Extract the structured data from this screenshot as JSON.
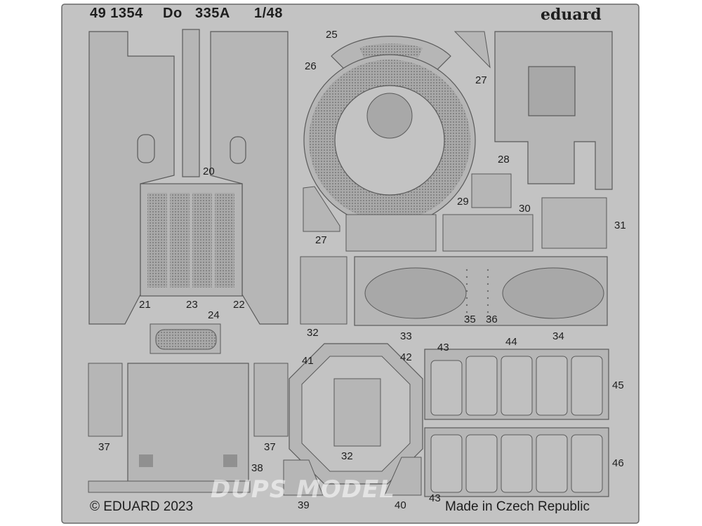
{
  "header": {
    "set_number": "49 1354",
    "model": "Do",
    "variant": "335A",
    "scale": "1/48",
    "brand": "eduard"
  },
  "part_numbers": [
    "20",
    "21",
    "22",
    "23",
    "24",
    "25",
    "26",
    "27",
    "27",
    "28",
    "29",
    "30",
    "31",
    "32",
    "32",
    "33",
    "34",
    "35",
    "36",
    "37",
    "37",
    "38",
    "39",
    "40",
    "41",
    "42",
    "43",
    "43",
    "44",
    "45",
    "46"
  ],
  "footer": {
    "copyright": "© EDUARD 2023",
    "origin": "Made in Czech Republic"
  },
  "watermark": "DUPS MODEL",
  "colors": {
    "fret": "#c3c3c3",
    "part": "#b4b4b4",
    "outline": "#5a5a5a",
    "text": "#1e1e1e"
  }
}
